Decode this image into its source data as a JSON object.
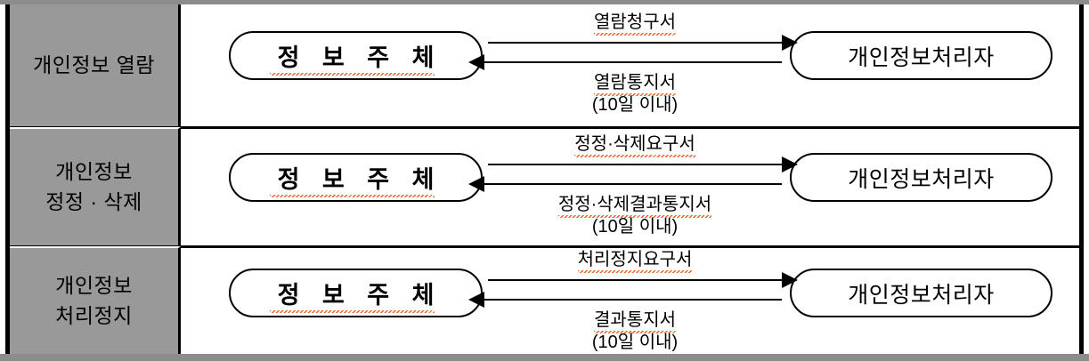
{
  "figure": {
    "title": "",
    "gray_fill": "#999999",
    "line_color": "#000000",
    "spellcheck_underline": "#e8622a"
  },
  "rows": [
    {
      "label_lines": [
        "개인정보 열람"
      ],
      "left_node": "정 보 주 체",
      "right_node": "개인정보처리자",
      "forward_label": "열람청구서",
      "return_label": "열람통지서",
      "return_note": "(10일 이내)"
    },
    {
      "label_lines": [
        "개인정보",
        "정정 · 삭제"
      ],
      "left_node": "정 보 주 체",
      "right_node": "개인정보처리자",
      "forward_label": "정정·삭제요구서",
      "return_label": "정정·삭제결과통지서",
      "return_note": "(10일 이내)"
    },
    {
      "label_lines": [
        "개인정보",
        "처리정지"
      ],
      "left_node": "정 보 주 체",
      "right_node": "개인정보처리자",
      "forward_label": "처리정지요구서",
      "return_label": "결과통지서",
      "return_note": "(10일 이내)"
    }
  ]
}
